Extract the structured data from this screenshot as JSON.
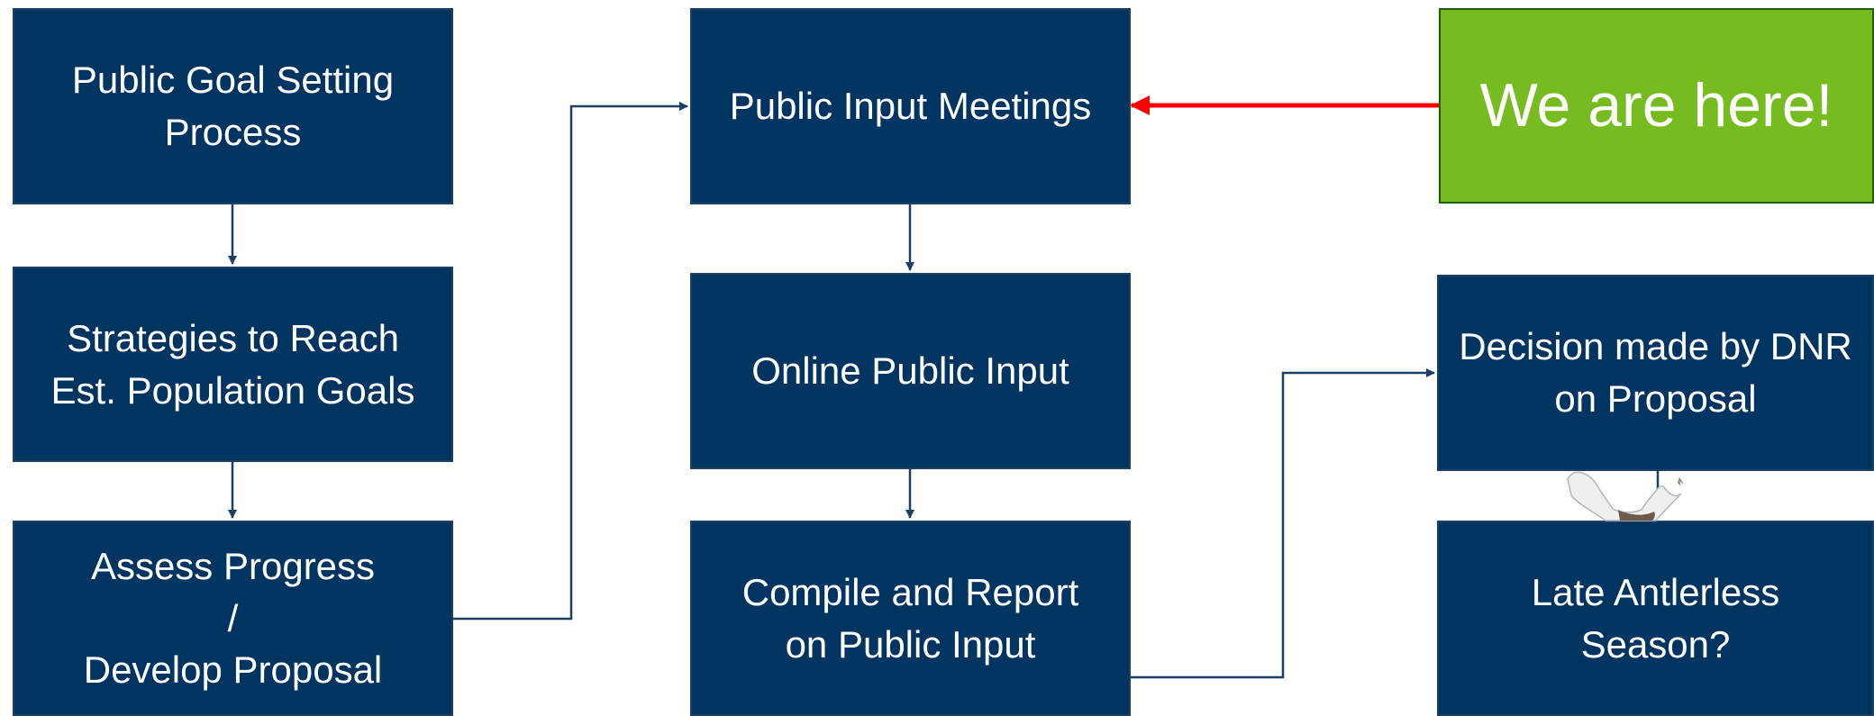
{
  "boxes": {
    "goal_setting": "Public Goal Setting\nProcess",
    "strategies": "Strategies to Reach\nEst. Population Goals",
    "assess": "Assess Progress\n/\nDevelop Proposal",
    "meetings": "Public Input Meetings",
    "online": "Online Public Input",
    "compile": "Compile and Report\non Public Input",
    "we_are_here": "We are here!",
    "decision": "Decision made by DNR\non Proposal",
    "late_season": "Late Antlerless\nSeason?"
  },
  "colors": {
    "box_fill": "#003461",
    "highlight_fill": "#76bc21",
    "connector": "#1b3f66",
    "pointer_arrow": "#ff0000",
    "text": "#ffffff"
  },
  "icons": {
    "deer": "deer-icon"
  }
}
